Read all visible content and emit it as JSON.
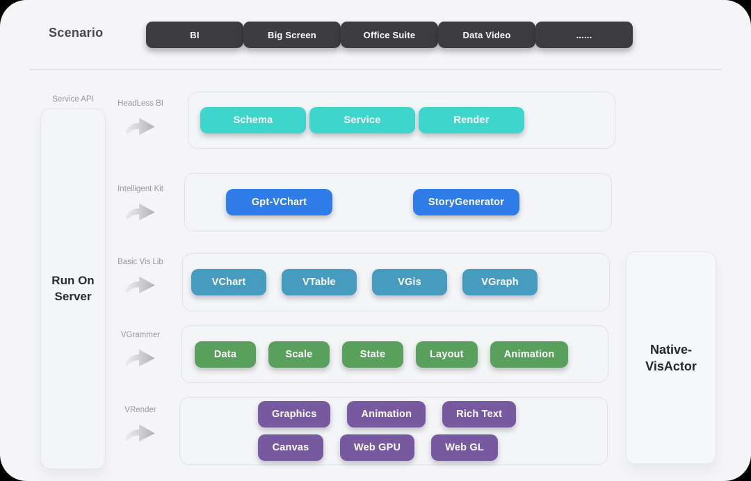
{
  "header": {
    "scenario_label": "Scenario",
    "chips": [
      "BI",
      "Big Screen",
      "Office Suite",
      "Data Video",
      "......"
    ]
  },
  "left": {
    "api_label": "Service API",
    "box_label": "Run On Server"
  },
  "right": {
    "box_label": "Native-VisActor"
  },
  "layers": [
    {
      "label": "HeadLess BI",
      "color": "teal",
      "buttons": [
        [
          "Schema",
          "Service",
          "Render"
        ]
      ]
    },
    {
      "label": "Intelligent Kit",
      "color": "blue",
      "buttons": [
        [
          "Gpt-VChart",
          "StoryGenerator"
        ]
      ]
    },
    {
      "label": "Basic Vis Lib",
      "color": "steel",
      "buttons": [
        [
          "VChart",
          "VTable",
          "VGis",
          "VGraph"
        ]
      ]
    },
    {
      "label": "VGrammer",
      "color": "green",
      "buttons": [
        [
          "Data",
          "Scale",
          "State",
          "Layout",
          "Animation"
        ]
      ]
    },
    {
      "label": "VRender",
      "color": "purple",
      "buttons": [
        [
          "Graphics",
          "Animation",
          "Rich Text"
        ],
        [
          "Canvas",
          "Web GPU",
          "Web GL"
        ]
      ]
    }
  ],
  "colors": {
    "dark": "#3d3d3f",
    "teal": "#3ed5cd",
    "blue": "#2e7ce8",
    "steel": "#459cbe",
    "green": "#58a05c",
    "purple": "#77599f",
    "arrow_start": "#ededee",
    "arrow_end": "#b2b2b5",
    "background": "#f5f5f7"
  }
}
